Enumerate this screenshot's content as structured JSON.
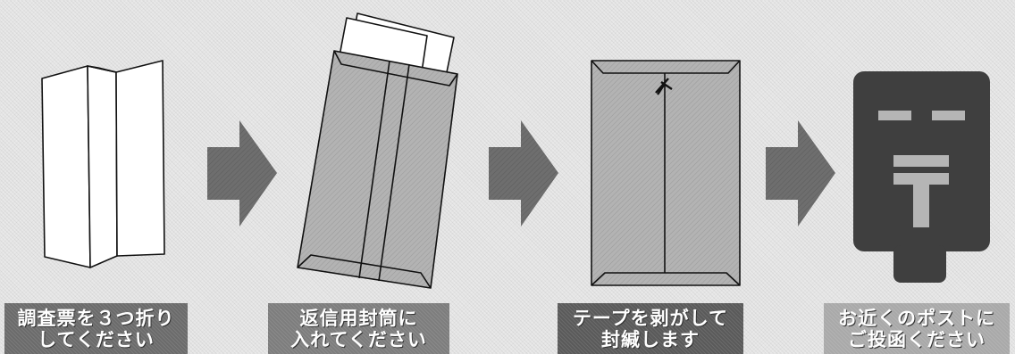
{
  "steps": [
    {
      "id": "fold-survey",
      "line1": "調査票を３つ折り",
      "line2": "してください"
    },
    {
      "id": "insert-envelope",
      "line1": "返信用封筒に",
      "line2": "入れてください"
    },
    {
      "id": "seal-envelope",
      "line1": "テープを剥がして",
      "line2": "封緘します"
    },
    {
      "id": "post-mailbox",
      "line1": "お近くのポストに",
      "line2": "ご投函ください"
    }
  ],
  "colors": {
    "background": "#e9e9e9",
    "arrow": "#6e6e6e",
    "envelope": "#b3b3b3",
    "mailbox": "#3f3f3f",
    "mailbox_mark": "#b5b5b5"
  },
  "icons": [
    "folded-paper-icon",
    "envelope-with-paper-icon",
    "sealed-envelope-icon",
    "postbox-icon"
  ]
}
